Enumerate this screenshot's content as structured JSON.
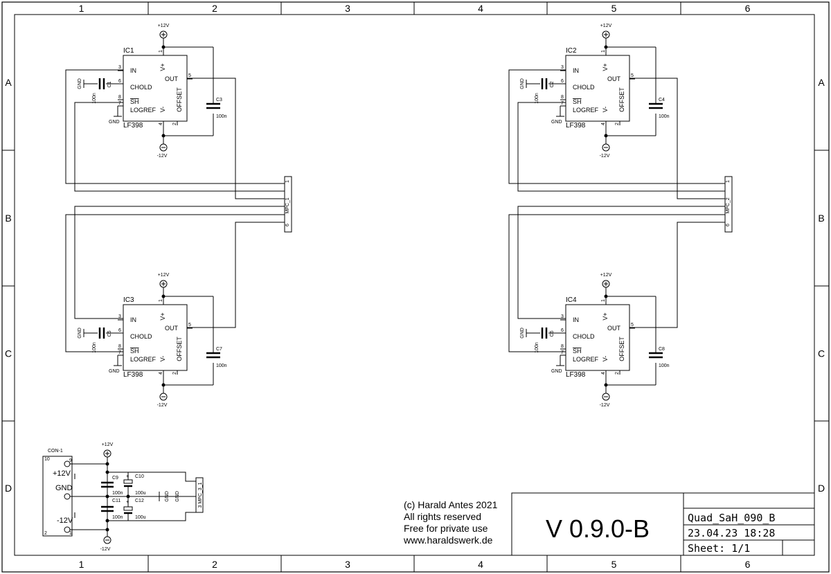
{
  "frame": {
    "columns": [
      "1",
      "2",
      "3",
      "4",
      "5",
      "6"
    ],
    "rows": [
      "A",
      "B",
      "C",
      "D"
    ]
  },
  "ics": [
    {
      "ref": "IC1",
      "part": "LF398",
      "pins": {
        "in": "IN",
        "chold": "CHOLD",
        "sh": "SH",
        "logref": "LOGREF",
        "vplus": "V+",
        "vminus": "V-",
        "out": "OUT",
        "offset": "OFFSET"
      },
      "pin_numbers": {
        "p1": "1",
        "p2": "2",
        "p3": "3",
        "p4": "4",
        "p5": "5",
        "p6": "6",
        "p7": "7",
        "p8": "8"
      },
      "pos_rail": "+12V",
      "neg_rail": "-12V",
      "gnd_hold": "GND",
      "gnd_logref": "GND",
      "hold_cap": {
        "ref": "C1",
        "value": "100n"
      },
      "offset_cap": {
        "ref": "C3",
        "value": "100n"
      }
    },
    {
      "ref": "IC2",
      "part": "LF398",
      "pins": {
        "in": "IN",
        "chold": "CHOLD",
        "sh": "SH",
        "logref": "LOGREF",
        "vplus": "V+",
        "vminus": "V-",
        "out": "OUT",
        "offset": "OFFSET"
      },
      "pin_numbers": {
        "p1": "1",
        "p2": "2",
        "p3": "3",
        "p4": "4",
        "p5": "5",
        "p6": "6",
        "p7": "7",
        "p8": "8"
      },
      "pos_rail": "+12V",
      "neg_rail": "-12V",
      "gnd_hold": "GND",
      "gnd_logref": "GND",
      "hold_cap": {
        "ref": "C2",
        "value": "100n"
      },
      "offset_cap": {
        "ref": "C4",
        "value": "100n"
      }
    },
    {
      "ref": "IC3",
      "part": "LF398",
      "pins": {
        "in": "IN",
        "chold": "CHOLD",
        "sh": "SH",
        "logref": "LOGREF",
        "vplus": "V+",
        "vminus": "V-",
        "out": "OUT",
        "offset": "OFFSET"
      },
      "pin_numbers": {
        "p1": "1",
        "p2": "2",
        "p3": "3",
        "p4": "4",
        "p5": "5",
        "p6": "6",
        "p7": "7",
        "p8": "8"
      },
      "pos_rail": "+12V",
      "neg_rail": "-12V",
      "gnd_hold": "GND",
      "gnd_logref": "GND",
      "hold_cap": {
        "ref": "C5",
        "value": "100n"
      },
      "offset_cap": {
        "ref": "C7",
        "value": "100n"
      }
    },
    {
      "ref": "IC4",
      "part": "LF398",
      "pins": {
        "in": "IN",
        "chold": "CHOLD",
        "sh": "SH",
        "logref": "LOGREF",
        "vplus": "V+",
        "vminus": "V-",
        "out": "OUT",
        "offset": "OFFSET"
      },
      "pin_numbers": {
        "p1": "1",
        "p2": "2",
        "p3": "3",
        "p4": "4",
        "p5": "5",
        "p6": "6",
        "p7": "7",
        "p8": "8"
      },
      "pos_rail": "+12V",
      "neg_rail": "-12V",
      "gnd_hold": "GND",
      "gnd_logref": "GND",
      "hold_cap": {
        "ref": "C6",
        "value": "100n"
      },
      "offset_cap": {
        "ref": "C8",
        "value": "100n"
      }
    }
  ],
  "connectors": {
    "mpc1": {
      "name": "MPC_1",
      "pin_top": "1",
      "pin_bottom": "6"
    },
    "mpc2": {
      "name": "MPC_2",
      "pin_top": "1",
      "pin_bottom": "6"
    },
    "mpc3": {
      "name": "3 MPC_3_1"
    }
  },
  "power": {
    "con": {
      "ref": "CON-1",
      "pin10": "10",
      "pin9": "9",
      "pin2": "2",
      "pin1": "1"
    },
    "labels": {
      "p12": "+12V",
      "gnd": "GND",
      "m12": "-12V"
    },
    "pos_rail": "+12V",
    "neg_rail": "-12V",
    "gnd1": "GND",
    "gnd2": "GND",
    "caps": [
      {
        "ref": "C9",
        "value": "100n"
      },
      {
        "ref": "C10",
        "value": "100u",
        "polarity": "+"
      },
      {
        "ref": "C11",
        "value": "100n"
      },
      {
        "ref": "C12",
        "value": "100u",
        "polarity": "+"
      }
    ]
  },
  "notice": {
    "line1": "(c) Harald Antes 2021",
    "line2": "All rights reserved",
    "line3": "Free for private use",
    "line4": "www.haraldswerk.de"
  },
  "title_block": {
    "version": "V 0.9.0-B",
    "file": "Quad_SaH_090_B",
    "datetime": "23.04.23 18:28",
    "sheet": "Sheet: 1/1"
  }
}
